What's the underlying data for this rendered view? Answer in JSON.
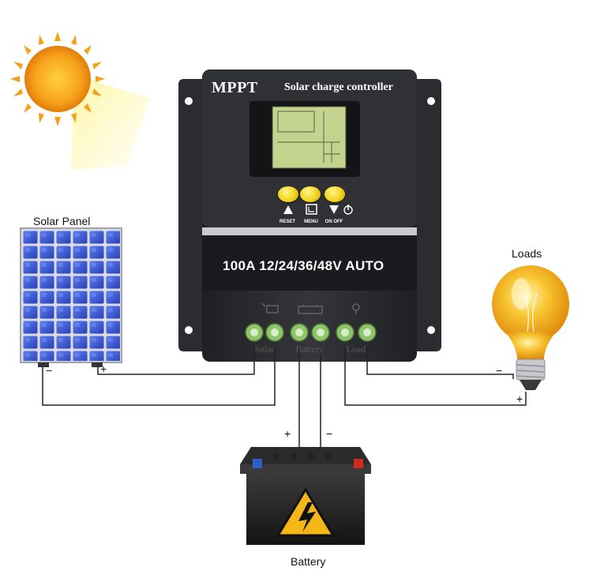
{
  "labels": {
    "solar_panel": "Solar Panel",
    "loads": "Loads",
    "battery": "Battery"
  },
  "controller": {
    "brand": "MPPT",
    "subtitle": "Solar charge controller",
    "spec": "100A 12/24/36/48V AUTO",
    "buttons": [
      {
        "label": "RESET",
        "icon": "up-triangle-icon"
      },
      {
        "label": "MENU",
        "icon": "menu-icon"
      },
      {
        "label": "ON OFF",
        "icon": "down-triangle-power-icon"
      }
    ],
    "terminal_groups": [
      "Solar",
      "Battery",
      "Load"
    ]
  },
  "signs": {
    "minus": "−",
    "plus": "+"
  },
  "colors": {
    "controller_body": "#2b2d30",
    "button_yellow": "#f4d21e",
    "terminal_green": "#8fc46a",
    "lcd_green": "#c4d38e",
    "wire": "#222222",
    "sun": "#f7a21b",
    "battery_warning": "#f5b617"
  }
}
